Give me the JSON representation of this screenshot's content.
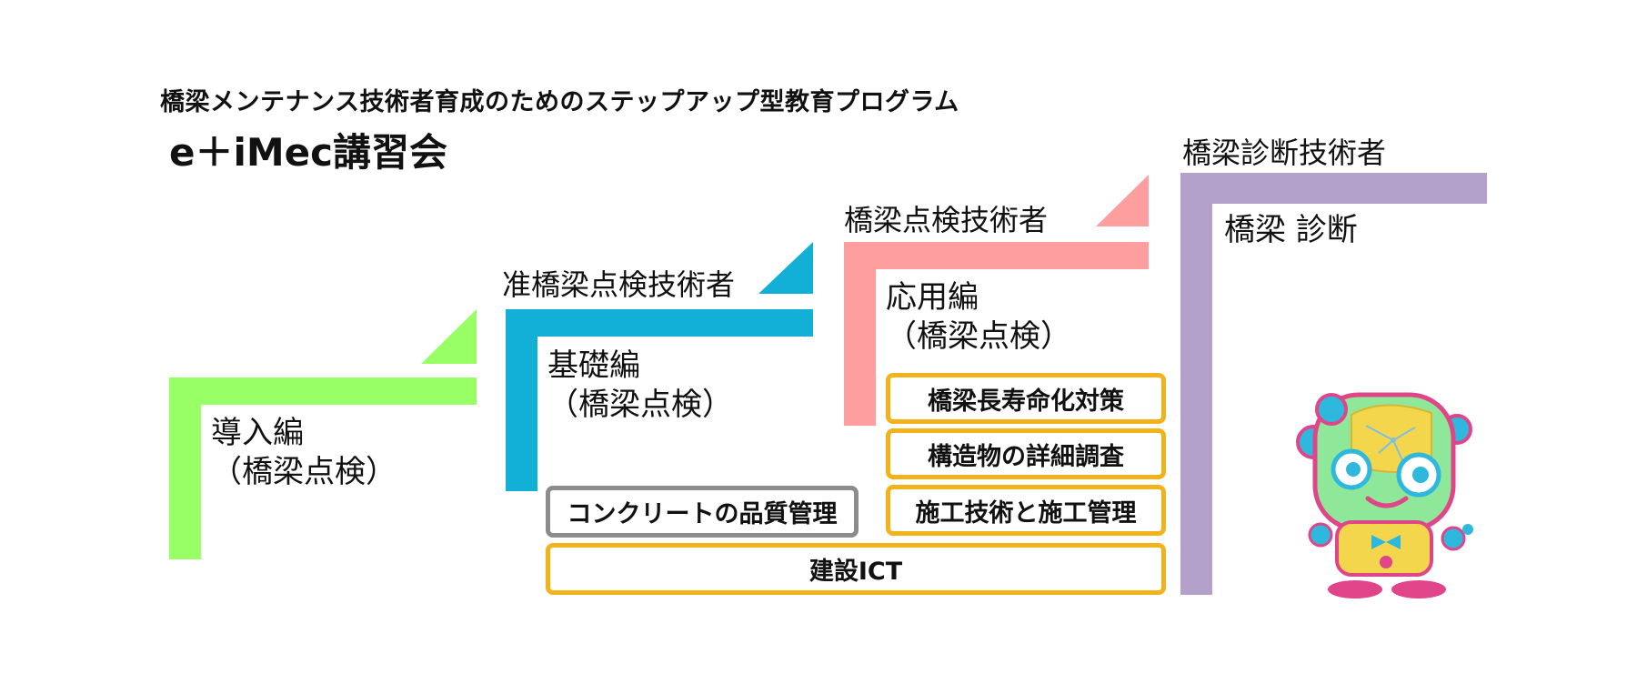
{
  "header": {
    "subtitle": "橋梁メンテナンス技術者育成のためのステップアップ型教育プログラム",
    "title": "e＋iMec講習会"
  },
  "steps": [
    {
      "color": "#99ff66",
      "course": "導入編",
      "sub": "（橋梁点検）"
    },
    {
      "color": "#12b0d6",
      "rank": "准橋梁点検技術者",
      "course": "基礎編",
      "sub": "（橋梁点検）"
    },
    {
      "color": "#ff9e9e",
      "rank": "橋梁点検技術者",
      "course": "応用編",
      "sub": "（橋梁点検）"
    },
    {
      "color": "#b3a1c9",
      "rank": "橋梁診断技術者",
      "course": "橋梁 診断"
    }
  ],
  "courses": {
    "longevity": "橋梁長寿命化対策",
    "structure_survey": "構造物の詳細調査",
    "construction": "施工技術と施工管理",
    "concrete": "コンクリートの品質管理",
    "ict": "建設ICT"
  },
  "colors": {
    "box_border": "#f2b31a",
    "concrete_border": "#8c8c8c"
  },
  "mascot": {
    "icon": "robot-mascot-icon"
  }
}
